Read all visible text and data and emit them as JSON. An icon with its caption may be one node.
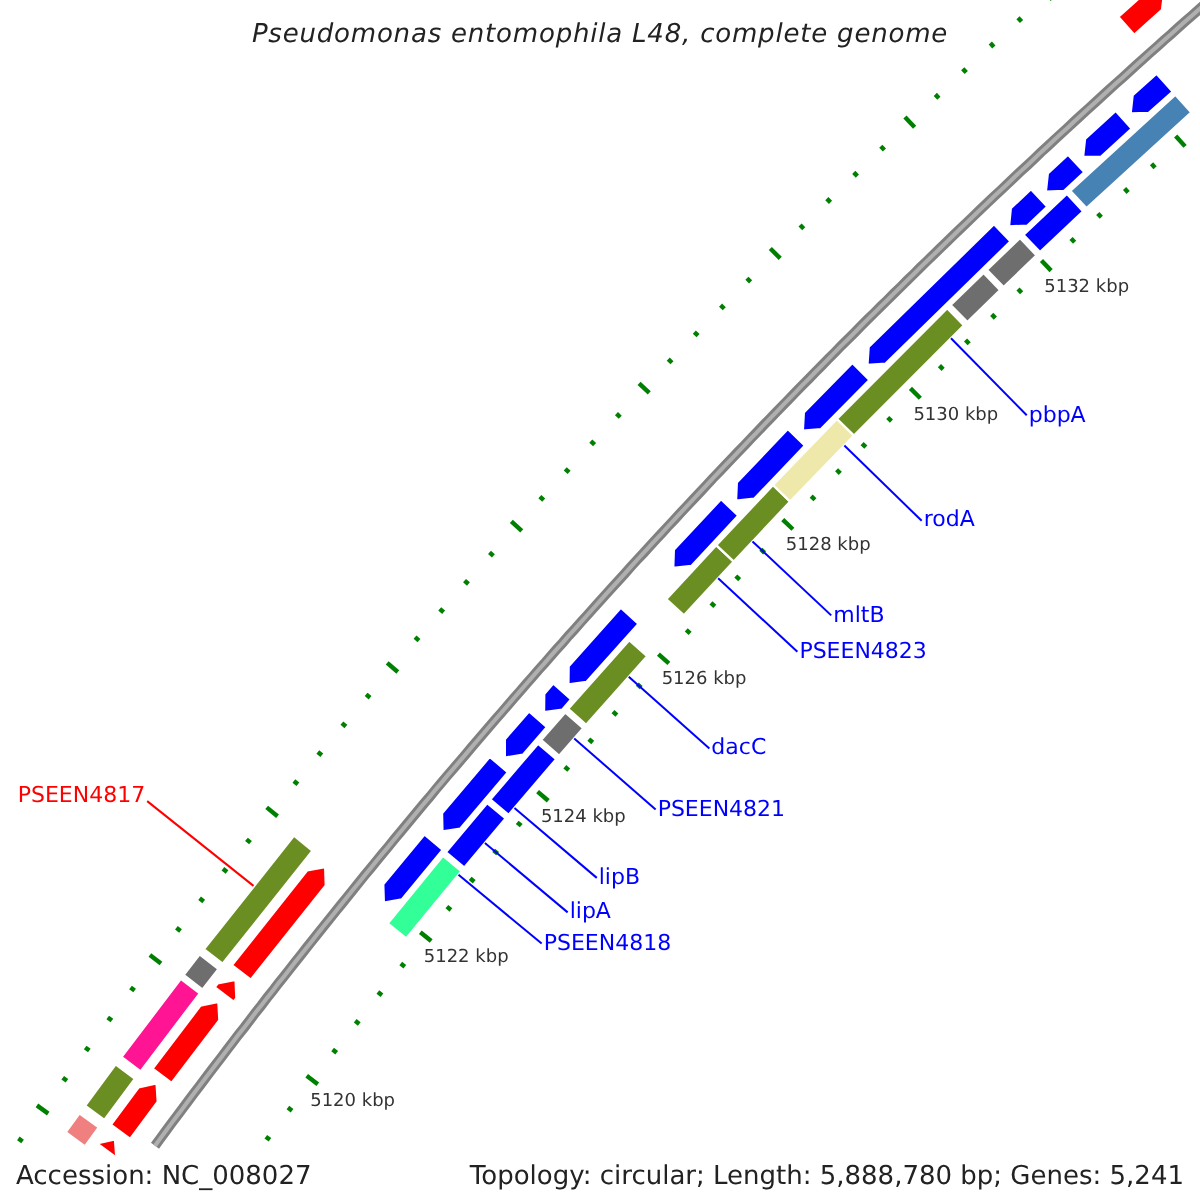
{
  "diagram": {
    "title": "Pseudomonas entomophila L48, complete genome",
    "nodes": [
      {
        "text": [
          "pbpA"
        ]
      },
      {
        "text": [
          "rodA"
        ]
      },
      {
        "text": [
          "mltB"
        ]
      },
      {
        "text": [
          "PSEEN4823"
        ]
      },
      {
        "text": [
          "dacC"
        ]
      },
      {
        "text": [
          "PSEEN4817"
        ]
      },
      {
        "text": [
          "PSEEN4821"
        ]
      },
      {
        "text": [
          "lipB"
        ]
      },
      {
        "text": [
          "lipA"
        ]
      },
      {
        "text": [
          "PSEEN4818"
        ]
      },
      {
        "text": [],
        "shape": "box"
      },
      {
        "text": [],
        "shape": "box"
      },
      {
        "text": [],
        "shape": "box"
      },
      {
        "text": [],
        "shape": "box"
      },
      {
        "text": [],
        "shape": "box"
      },
      {
        "text": [],
        "shape": "box"
      },
      {
        "text": [],
        "shape": "box"
      },
      {
        "text": [],
        "shape": "box"
      },
      {
        "text": [],
        "shape": "box"
      },
      {
        "text": [],
        "shape": "box"
      },
      {
        "text": [],
        "shape": "box"
      },
      {
        "text": [],
        "shape": "arrow"
      },
      {
        "text": [],
        "shape": "box"
      },
      {
        "text": [],
        "shape": "arrow"
      },
      {
        "text": [],
        "shape": "box"
      },
      {
        "text": [],
        "shape": "arrow"
      },
      {
        "text": [],
        "shape": "box"
      },
      {
        "text": [],
        "shape": "arrow"
      },
      {
        "text": [],
        "shape": "arrow"
      },
      {
        "text": [],
        "shape": "arrow"
      },
      {
        "text": [],
        "shape": "arrow"
      },
      {
        "text": [],
        "shape": "arrow"
      },
      {
        "text": [],
        "shape": "arrow"
      },
      {
        "text": [],
        "shape": "arrow"
      },
      {
        "text": [],
        "shape": "arrow"
      },
      {
        "text": [],
        "shape": "arrow"
      },
      {
        "text": [],
        "shape": "arrow"
      },
      {
        "text": [],
        "shape": "arrow"
      },
      {
        "text": [],
        "shape": "box"
      },
      {
        "text": [],
        "shape": "box"
      },
      {
        "text": [],
        "shape": "arrow"
      },
      {
        "text": [],
        "shape": "box"
      },
      {
        "text": [],
        "shape": "arrow"
      },
      {
        "text": [],
        "shape": "arrow"
      },
      {
        "text": [],
        "shape": "box"
      },
      {
        "text": [],
        "shape": "arrow"
      },
      {
        "text": [],
        "shape": "arrow"
      }
    ],
    "edges": [
      {
        "from": 0,
        "to": 19,
        "arrow": "none"
      },
      {
        "from": 1,
        "to": 18,
        "arrow": "none"
      },
      {
        "from": 2,
        "to": 17,
        "arrow": "none"
      },
      {
        "from": 3,
        "to": 16,
        "arrow": "none"
      },
      {
        "from": 4,
        "to": 15,
        "arrow": "none"
      },
      {
        "from": 5,
        "to": 10,
        "arrow": "none",
        "color": "#ff0000"
      },
      {
        "from": 6,
        "to": 14,
        "arrow": "none"
      },
      {
        "from": 7,
        "to": 13,
        "arrow": "none"
      },
      {
        "from": 8,
        "to": 12,
        "arrow": "none"
      },
      {
        "from": 9,
        "to": 11,
        "arrow": "none"
      }
    ],
    "labels": [
      "5132 kbp",
      "5130 kbp",
      "5128 kbp",
      "5126 kbp",
      "5124 kbp",
      "5122 kbp",
      "5120 kbp",
      "Accession: NC_008027",
      "Topology: circular; Length: 5,888,780 bp; Genes: 5,241"
    ]
  }
}
